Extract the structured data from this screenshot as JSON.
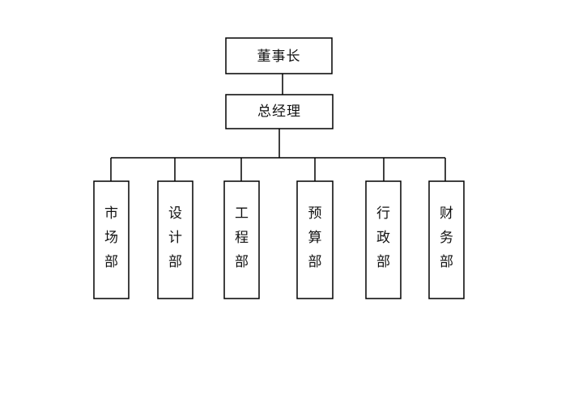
{
  "chairman": {
    "label": "董事长"
  },
  "general_manager": {
    "label": "总经理"
  },
  "departments": [
    {
      "id": "market",
      "chars": [
        "市",
        "场",
        "部"
      ]
    },
    {
      "id": "design",
      "chars": [
        "设",
        "计",
        "部"
      ]
    },
    {
      "id": "engineering",
      "chars": [
        "工",
        "程",
        "部"
      ]
    },
    {
      "id": "budget",
      "chars": [
        "预",
        "算",
        "部"
      ]
    },
    {
      "id": "admin",
      "chars": [
        "行",
        "政",
        "部"
      ]
    },
    {
      "id": "finance",
      "chars": [
        "财",
        "务",
        "部"
      ]
    }
  ],
  "colors": {
    "stroke": "#000000",
    "text": "#111111",
    "background": "#ffffff"
  }
}
